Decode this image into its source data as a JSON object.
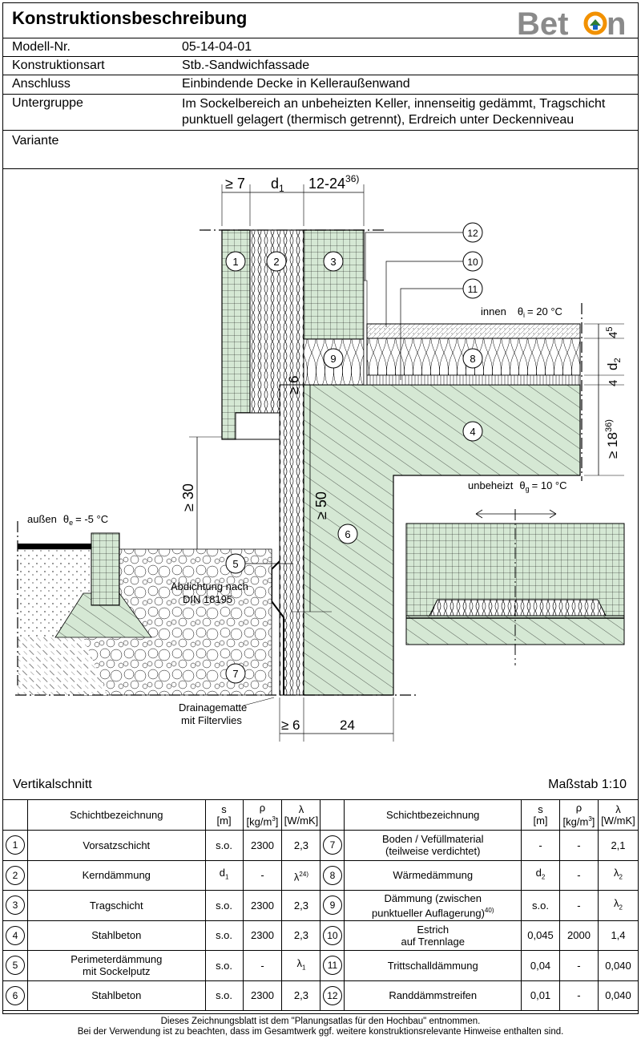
{
  "header": {
    "title": "Konstruktionsbeschreibung",
    "logo_text": "Beton",
    "rows": [
      {
        "label": "Modell-Nr.",
        "value": "05-14-04-01"
      },
      {
        "label": "Konstruktionsart",
        "value": "Stb.-Sandwichfassade"
      },
      {
        "label": "Anschluss",
        "value": "Einbindende Decke in Kelleraußenwand"
      },
      {
        "label": "Untergruppe",
        "value": "Im Sockelbereich an unbeheizten Keller, innenseitig gedämmt, Tragschicht",
        "value2": "punktuell gelagert (thermisch getrennt), Erdreich unter Deckenniveau"
      },
      {
        "label": "Variante",
        "value": ""
      }
    ]
  },
  "drawing": {
    "dim_top_1": "≥ 7",
    "dim_top_2": "d",
    "dim_top_2_sub": "1",
    "dim_top_3": "12-24",
    "dim_top_3_sup": "36)",
    "dim_right_1": "4",
    "dim_right_1_sup": "5",
    "dim_right_2": "d",
    "dim_right_2_sub": "2",
    "dim_right_3": "4",
    "dim_right_4": "≥ 18",
    "dim_right_4_sup": "36)",
    "dim_left_30": "≥ 30",
    "dim_50": "≥ 50",
    "dim_6_top": "≥ 6",
    "dim_bottom_6": "≥ 6",
    "dim_bottom_24": "24",
    "innen_label": "innen",
    "innen_theta": "θ",
    "innen_theta_sub": "i",
    "innen_value": "= 20 °C",
    "aussen_label": "außen",
    "aussen_theta": "θ",
    "aussen_theta_sub": "e",
    "aussen_value": "= -5 °C",
    "unbeheizt_label": "unbeheizt",
    "unbeheizt_theta": "θ",
    "unbeheizt_theta_sub": "g",
    "unbeheizt_value": "= 10 °C",
    "abdichtung_1": "Abdichtung nach",
    "abdichtung_2": "DIN 18195",
    "drainage_1": "Drainagematte",
    "drainage_2": "mit Filtervlies",
    "markers": [
      "1",
      "2",
      "3",
      "4",
      "5",
      "6",
      "7",
      "8",
      "9",
      "10",
      "11",
      "12"
    ]
  },
  "captions": {
    "left": "Vertikalschnitt",
    "right": "Maßstab 1:10"
  },
  "table": {
    "headers": {
      "name": "Schichtbezeichnung",
      "s": "s",
      "s_unit": "[m]",
      "rho": "ρ",
      "rho_unit": "[kg/m",
      "rho_unit_sup": "3",
      "rho_unit_end": "]",
      "lambda": "λ",
      "lambda_unit": "[W/mK]"
    },
    "left": [
      {
        "no": "1",
        "name": "Vorsatzschicht",
        "s": "s.o.",
        "rho": "2300",
        "lambda": "2,3"
      },
      {
        "no": "2",
        "name": "Kerndämmung",
        "s": "d",
        "s_sub": "1",
        "rho": "-",
        "lambda": "λ",
        "lambda_sup": "24)"
      },
      {
        "no": "3",
        "name": "Tragschicht",
        "s": "s.o.",
        "rho": "2300",
        "lambda": "2,3"
      },
      {
        "no": "4",
        "name": "Stahlbeton",
        "s": "s.o.",
        "rho": "2300",
        "lambda": "2,3"
      },
      {
        "no": "5",
        "name": "Perimeterdämmung",
        "name2": "mit Sockelputz",
        "s": "s.o.",
        "rho": "-",
        "lambda": "λ",
        "lambda_sub": "1"
      },
      {
        "no": "6",
        "name": "Stahlbeton",
        "s": "s.o.",
        "rho": "2300",
        "lambda": "2,3"
      }
    ],
    "right": [
      {
        "no": "7",
        "name": "Boden / Vefüllmaterial",
        "name2": "(teilweise verdichtet)",
        "s": "-",
        "rho": "-",
        "lambda": "2,1"
      },
      {
        "no": "8",
        "name": "Wärmedämmung",
        "s": "d",
        "s_sub": "2",
        "rho": "-",
        "lambda": "λ",
        "lambda_sub": "2"
      },
      {
        "no": "9",
        "name": "Dämmung (zwischen",
        "name2": "punktueller Auflagerung)",
        "name2_sup": "40)",
        "s": "s.o.",
        "rho": "-",
        "lambda": "λ",
        "lambda_sub": "2"
      },
      {
        "no": "10",
        "name": "Estrich",
        "name2": "auf Trennlage",
        "s": "0,045",
        "rho": "2000",
        "lambda": "1,4"
      },
      {
        "no": "11",
        "name": "Trittschalldämmung",
        "s": "0,04",
        "rho": "-",
        "lambda": "0,040"
      },
      {
        "no": "12",
        "name": "Randdämmstreifen",
        "s": "0,01",
        "rho": "-",
        "lambda": "0,040"
      }
    ]
  },
  "footer": {
    "line1": "Dieses Zeichnungsblatt ist dem \"Planungsatlas für den Hochbau\" entnommen.",
    "line2": "Bei der Verwendung ist zu beachten, dass im Gesamtwerk ggf. weitere konstruktionsrelevante Hinweise enthalten sind."
  },
  "colors": {
    "concrete_green": "#d5e8d4",
    "logo_grey": "#8a8a8a",
    "logo_orange": "#f29100"
  }
}
